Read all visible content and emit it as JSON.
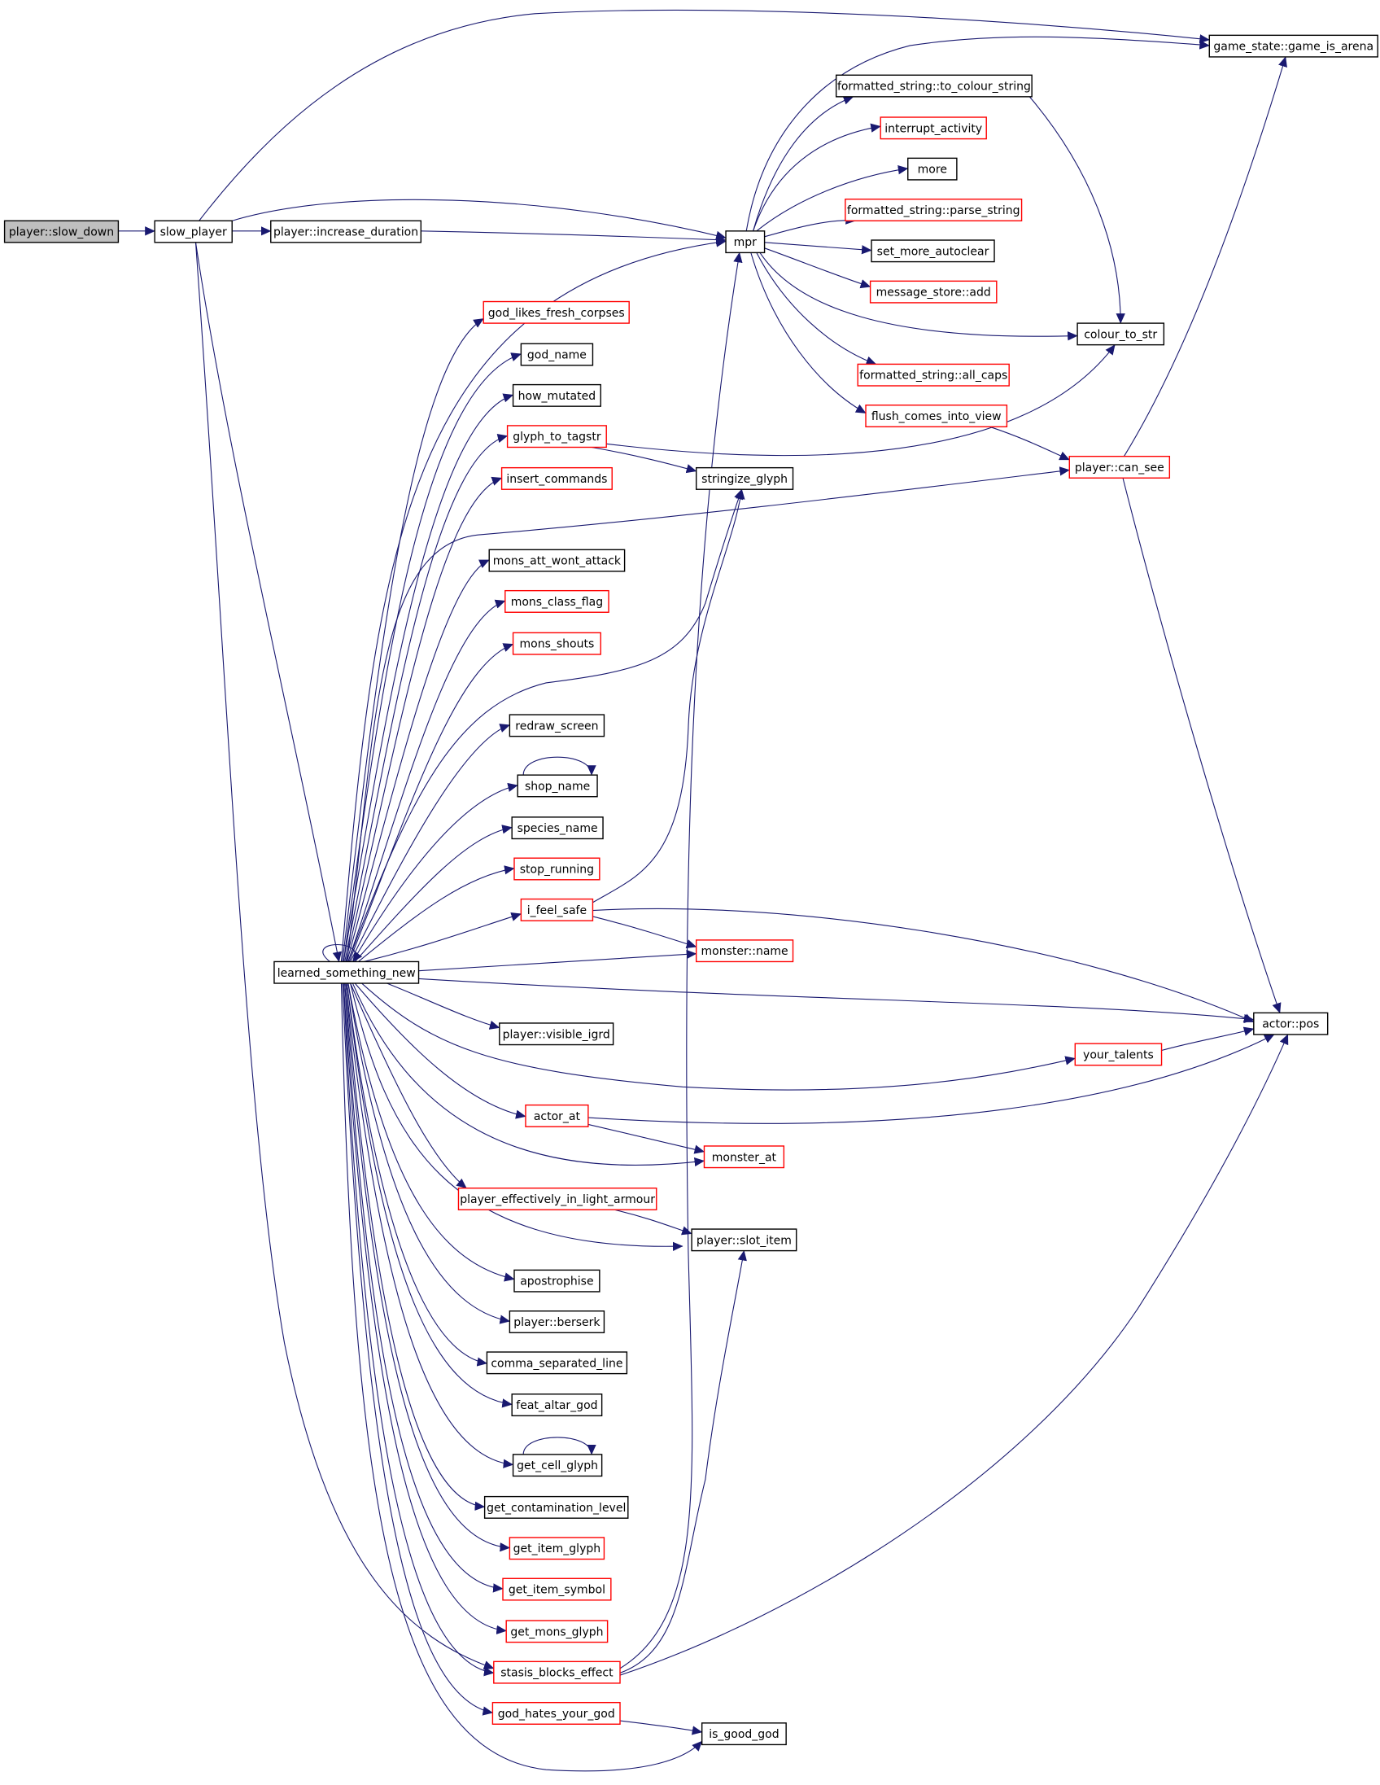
{
  "colors": {
    "edge": "#191970",
    "border_black": "#000000",
    "border_red": "#ff0000",
    "root_fill": "#bfbfbf",
    "background": "#ffffff"
  },
  "nodes": [
    {
      "id": "slow_down",
      "label": "player::slow_down",
      "border": "black",
      "root": true
    },
    {
      "id": "slow_player",
      "label": "slow_player",
      "border": "black"
    },
    {
      "id": "increase_duration",
      "label": "player::increase_duration",
      "border": "black"
    },
    {
      "id": "game_is_arena",
      "label": "game_state::game_is_arena",
      "border": "black"
    },
    {
      "id": "mpr",
      "label": "mpr",
      "border": "black"
    },
    {
      "id": "to_colour_string",
      "label": "formatted_string::to_colour_string",
      "border": "black"
    },
    {
      "id": "interrupt_activity",
      "label": "interrupt_activity",
      "border": "red"
    },
    {
      "id": "more",
      "label": "more",
      "border": "black"
    },
    {
      "id": "parse_string",
      "label": "formatted_string::parse_string",
      "border": "red"
    },
    {
      "id": "set_more_autoclear",
      "label": "set_more_autoclear",
      "border": "black"
    },
    {
      "id": "message_store_add",
      "label": "message_store::add",
      "border": "red"
    },
    {
      "id": "colour_to_str",
      "label": "colour_to_str",
      "border": "black"
    },
    {
      "id": "all_caps",
      "label": "formatted_string::all_caps",
      "border": "red"
    },
    {
      "id": "flush_comes_into_view",
      "label": "flush_comes_into_view",
      "border": "red"
    },
    {
      "id": "player_can_see",
      "label": "player::can_see",
      "border": "red"
    },
    {
      "id": "god_likes_fresh_corpses",
      "label": "god_likes_fresh_corpses",
      "border": "red"
    },
    {
      "id": "god_name",
      "label": "god_name",
      "border": "black"
    },
    {
      "id": "how_mutated",
      "label": "how_mutated",
      "border": "black"
    },
    {
      "id": "glyph_to_tagstr",
      "label": "glyph_to_tagstr",
      "border": "red"
    },
    {
      "id": "stringize_glyph",
      "label": "stringize_glyph",
      "border": "black"
    },
    {
      "id": "insert_commands",
      "label": "insert_commands",
      "border": "red"
    },
    {
      "id": "mons_att_wont_attack",
      "label": "mons_att_wont_attack",
      "border": "black"
    },
    {
      "id": "mons_class_flag",
      "label": "mons_class_flag",
      "border": "red"
    },
    {
      "id": "mons_shouts",
      "label": "mons_shouts",
      "border": "red"
    },
    {
      "id": "redraw_screen",
      "label": "redraw_screen",
      "border": "black"
    },
    {
      "id": "shop_name",
      "label": "shop_name",
      "border": "black"
    },
    {
      "id": "species_name",
      "label": "species_name",
      "border": "black"
    },
    {
      "id": "stop_running",
      "label": "stop_running",
      "border": "red"
    },
    {
      "id": "i_feel_safe",
      "label": "i_feel_safe",
      "border": "red"
    },
    {
      "id": "monster_name",
      "label": "monster::name",
      "border": "red"
    },
    {
      "id": "learned_something_new",
      "label": "learned_something_new",
      "border": "black"
    },
    {
      "id": "actor_pos",
      "label": "actor::pos",
      "border": "black"
    },
    {
      "id": "visible_igrd",
      "label": "player::visible_igrd",
      "border": "black"
    },
    {
      "id": "your_talents",
      "label": "your_talents",
      "border": "red"
    },
    {
      "id": "actor_at",
      "label": "actor_at",
      "border": "red"
    },
    {
      "id": "monster_at",
      "label": "monster_at",
      "border": "red"
    },
    {
      "id": "light_armour",
      "label": "player_effectively_in_light_armour",
      "border": "red"
    },
    {
      "id": "slot_item",
      "label": "player::slot_item",
      "border": "black"
    },
    {
      "id": "apostrophise",
      "label": "apostrophise",
      "border": "black"
    },
    {
      "id": "player_berserk",
      "label": "player::berserk",
      "border": "black"
    },
    {
      "id": "comma_separated_line",
      "label": "comma_separated_line",
      "border": "black"
    },
    {
      "id": "feat_altar_god",
      "label": "feat_altar_god",
      "border": "black"
    },
    {
      "id": "get_cell_glyph",
      "label": "get_cell_glyph",
      "border": "black"
    },
    {
      "id": "get_contamination_level",
      "label": "get_contamination_level",
      "border": "black"
    },
    {
      "id": "get_item_glyph",
      "label": "get_item_glyph",
      "border": "red"
    },
    {
      "id": "get_item_symbol",
      "label": "get_item_symbol",
      "border": "red"
    },
    {
      "id": "get_mons_glyph",
      "label": "get_mons_glyph",
      "border": "red"
    },
    {
      "id": "stasis_blocks_effect",
      "label": "stasis_blocks_effect",
      "border": "red"
    },
    {
      "id": "god_hates_your_god",
      "label": "god_hates_your_god",
      "border": "red"
    },
    {
      "id": "is_good_god",
      "label": "is_good_god",
      "border": "black"
    }
  ],
  "edges": [
    [
      "slow_down",
      "slow_player"
    ],
    [
      "slow_player",
      "increase_duration"
    ],
    [
      "slow_player",
      "mpr"
    ],
    [
      "slow_player",
      "game_is_arena"
    ],
    [
      "slow_player",
      "learned_something_new"
    ],
    [
      "slow_player",
      "stasis_blocks_effect"
    ],
    [
      "increase_duration",
      "mpr"
    ],
    [
      "mpr",
      "to_colour_string"
    ],
    [
      "mpr",
      "interrupt_activity"
    ],
    [
      "mpr",
      "more"
    ],
    [
      "mpr",
      "parse_string"
    ],
    [
      "mpr",
      "set_more_autoclear"
    ],
    [
      "mpr",
      "message_store_add"
    ],
    [
      "mpr",
      "colour_to_str"
    ],
    [
      "mpr",
      "all_caps"
    ],
    [
      "mpr",
      "flush_comes_into_view"
    ],
    [
      "mpr",
      "game_is_arena"
    ],
    [
      "to_colour_string",
      "colour_to_str"
    ],
    [
      "flush_comes_into_view",
      "player_can_see"
    ],
    [
      "player_can_see",
      "game_is_arena"
    ],
    [
      "player_can_see",
      "actor_pos"
    ],
    [
      "glyph_to_tagstr",
      "colour_to_str"
    ],
    [
      "glyph_to_tagstr",
      "stringize_glyph"
    ],
    [
      "shop_name",
      "shop_name"
    ],
    [
      "get_cell_glyph",
      "get_cell_glyph"
    ],
    [
      "i_feel_safe",
      "stringize_glyph"
    ],
    [
      "i_feel_safe",
      "monster_name"
    ],
    [
      "i_feel_safe",
      "actor_pos"
    ],
    [
      "your_talents",
      "actor_pos"
    ],
    [
      "actor_at",
      "monster_at"
    ],
    [
      "actor_at",
      "actor_pos"
    ],
    [
      "light_armour",
      "slot_item"
    ],
    [
      "stasis_blocks_effect",
      "mpr"
    ],
    [
      "stasis_blocks_effect",
      "slot_item"
    ],
    [
      "stasis_blocks_effect",
      "actor_pos"
    ],
    [
      "god_hates_your_god",
      "is_good_god"
    ],
    [
      "learned_something_new",
      "learned_something_new"
    ],
    [
      "learned_something_new",
      "mpr"
    ],
    [
      "learned_something_new",
      "god_likes_fresh_corpses"
    ],
    [
      "learned_something_new",
      "god_name"
    ],
    [
      "learned_something_new",
      "how_mutated"
    ],
    [
      "learned_something_new",
      "glyph_to_tagstr"
    ],
    [
      "learned_something_new",
      "insert_commands"
    ],
    [
      "learned_something_new",
      "player_can_see"
    ],
    [
      "learned_something_new",
      "mons_att_wont_attack"
    ],
    [
      "learned_something_new",
      "mons_class_flag"
    ],
    [
      "learned_something_new",
      "mons_shouts"
    ],
    [
      "learned_something_new",
      "stringize_glyph"
    ],
    [
      "learned_something_new",
      "redraw_screen"
    ],
    [
      "learned_something_new",
      "shop_name"
    ],
    [
      "learned_something_new",
      "species_name"
    ],
    [
      "learned_something_new",
      "stop_running"
    ],
    [
      "learned_something_new",
      "i_feel_safe"
    ],
    [
      "learned_something_new",
      "monster_name"
    ],
    [
      "learned_something_new",
      "actor_pos"
    ],
    [
      "learned_something_new",
      "visible_igrd"
    ],
    [
      "learned_something_new",
      "your_talents"
    ],
    [
      "learned_something_new",
      "actor_at"
    ],
    [
      "learned_something_new",
      "monster_at"
    ],
    [
      "learned_something_new",
      "light_armour"
    ],
    [
      "learned_something_new",
      "slot_item"
    ],
    [
      "learned_something_new",
      "apostrophise"
    ],
    [
      "learned_something_new",
      "player_berserk"
    ],
    [
      "learned_something_new",
      "comma_separated_line"
    ],
    [
      "learned_something_new",
      "feat_altar_god"
    ],
    [
      "learned_something_new",
      "get_cell_glyph"
    ],
    [
      "learned_something_new",
      "get_contamination_level"
    ],
    [
      "learned_something_new",
      "get_item_glyph"
    ],
    [
      "learned_something_new",
      "get_item_symbol"
    ],
    [
      "learned_something_new",
      "get_mons_glyph"
    ],
    [
      "learned_something_new",
      "stasis_blocks_effect"
    ],
    [
      "learned_something_new",
      "god_hates_your_god"
    ],
    [
      "learned_something_new",
      "is_good_god"
    ]
  ]
}
